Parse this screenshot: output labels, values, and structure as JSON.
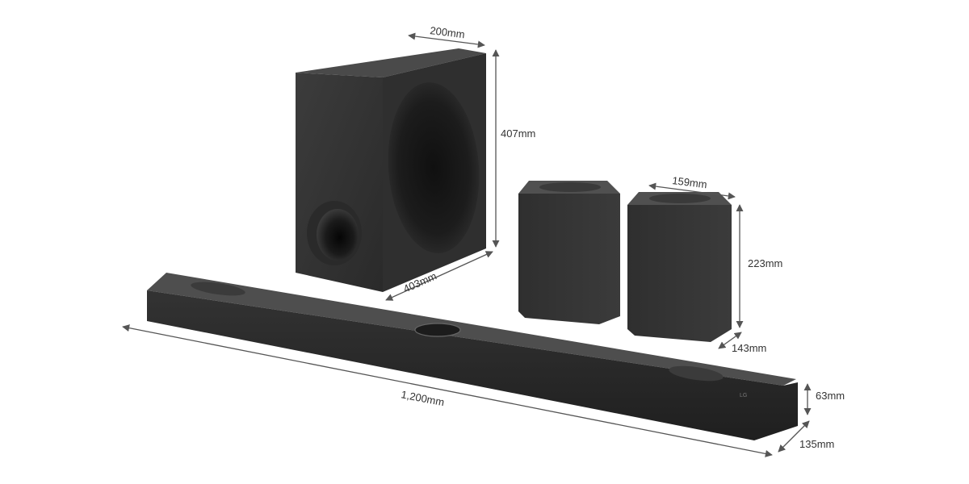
{
  "dimensions": {
    "subwoofer_depth": "200mm",
    "subwoofer_height": "407mm",
    "subwoofer_width": "403mm",
    "rear_width": "159mm",
    "rear_height": "223mm",
    "rear_depth": "143mm",
    "soundbar_length": "1,200mm",
    "soundbar_height": "63mm",
    "soundbar_depth": "135mm"
  },
  "logo": "LG",
  "colors": {
    "body_dark": "#2c2c2c",
    "body_mid": "#3a3a3a",
    "top_light": "#555555",
    "dimension_line": "#555555"
  }
}
